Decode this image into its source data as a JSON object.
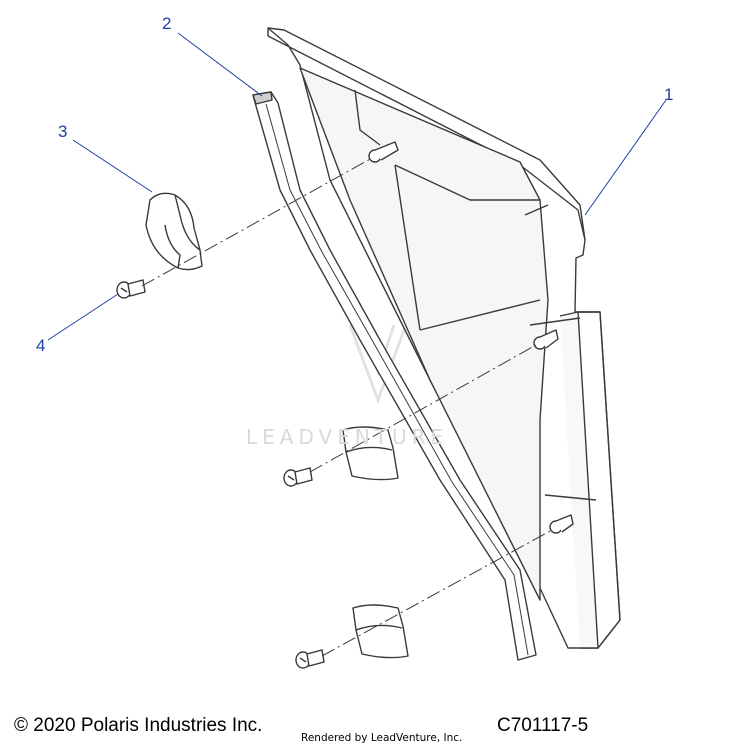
{
  "callouts": {
    "item1": "1",
    "item2": "2",
    "item3": "3",
    "item4": "4"
  },
  "watermark": {
    "text": "LEADVENTURE"
  },
  "footer": {
    "copyright": "© 2020 Polaris Industries Inc.",
    "rendered_by": "Rendered by LeadVenture, Inc.",
    "diagram_code": "C701117-5"
  },
  "colors": {
    "callout_text": "#1f3fa8",
    "leader_line": "#1f3fa8",
    "part_outline": "#3a3a3a",
    "part_fill": "#ffffff",
    "panel_shade": "#f3f3f3",
    "watermark": "#d9d9d9"
  }
}
